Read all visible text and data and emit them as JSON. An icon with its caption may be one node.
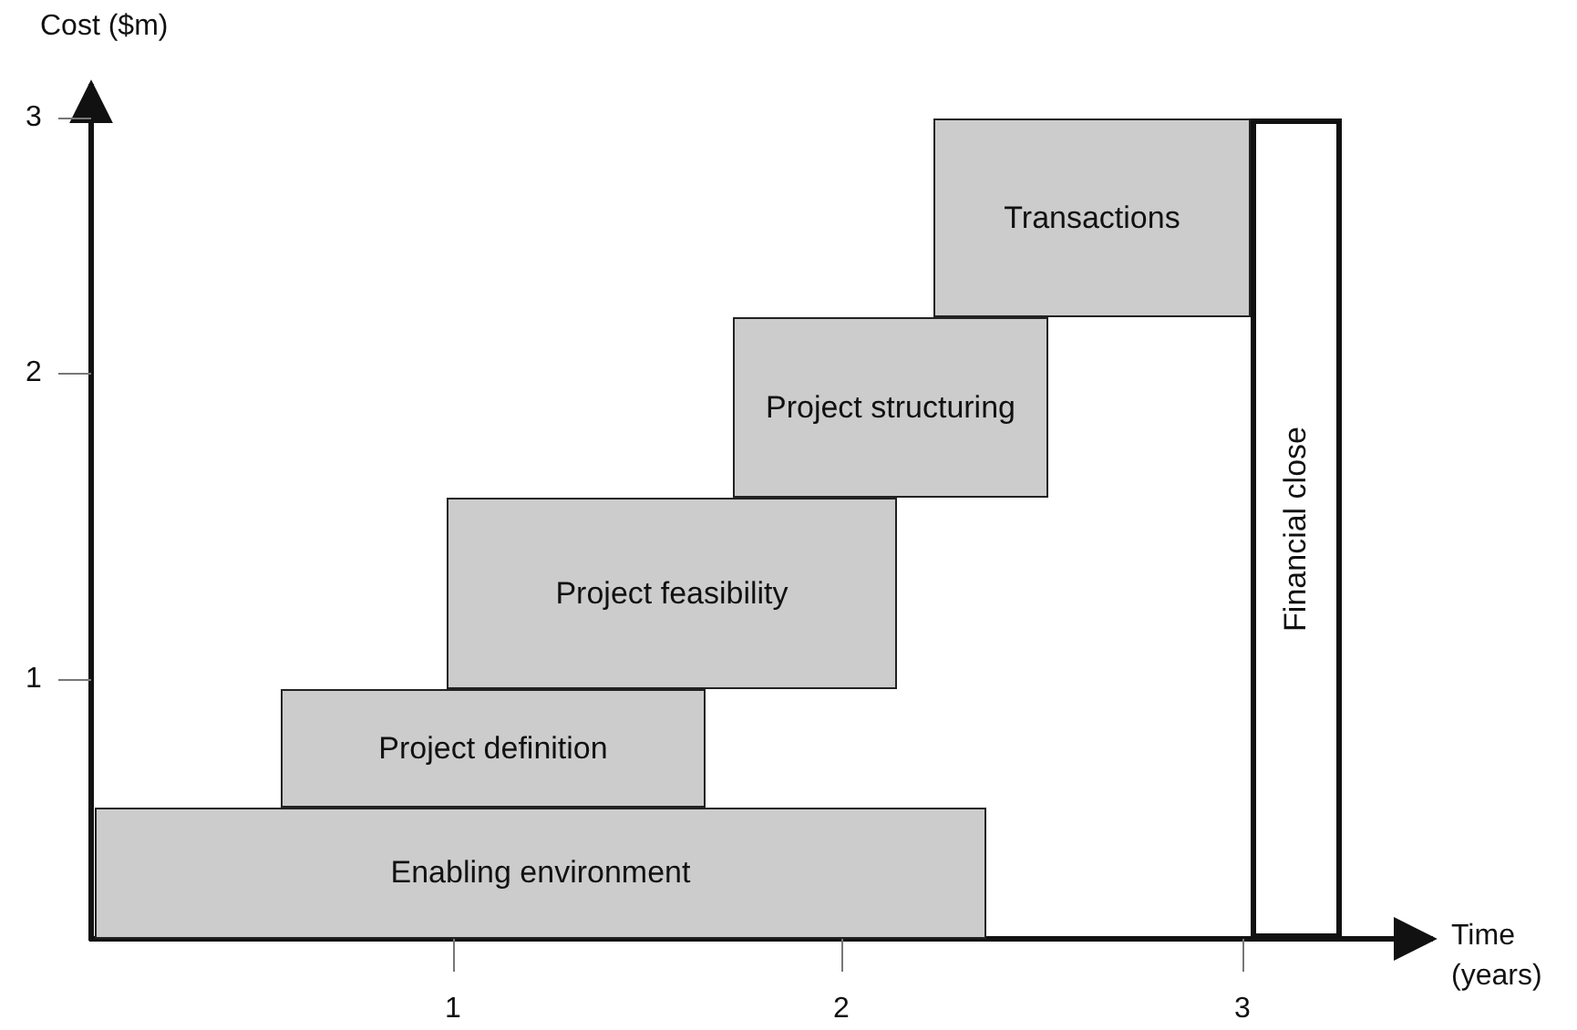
{
  "diagram": {
    "nodes": [
      {
        "text": [
          "Enabling environment"
        ]
      },
      {
        "text": [
          "Project definition"
        ]
      },
      {
        "text": [
          "Project feasibility"
        ]
      },
      {
        "text": [
          "Project structuring"
        ]
      },
      {
        "text": [
          "Transactions"
        ]
      },
      {
        "text": [
          "Financial close"
        ]
      }
    ],
    "labels": [
      "Cost ($m)",
      "3",
      "2",
      "1",
      "Time (years)",
      "1",
      "2",
      "3"
    ]
  }
}
